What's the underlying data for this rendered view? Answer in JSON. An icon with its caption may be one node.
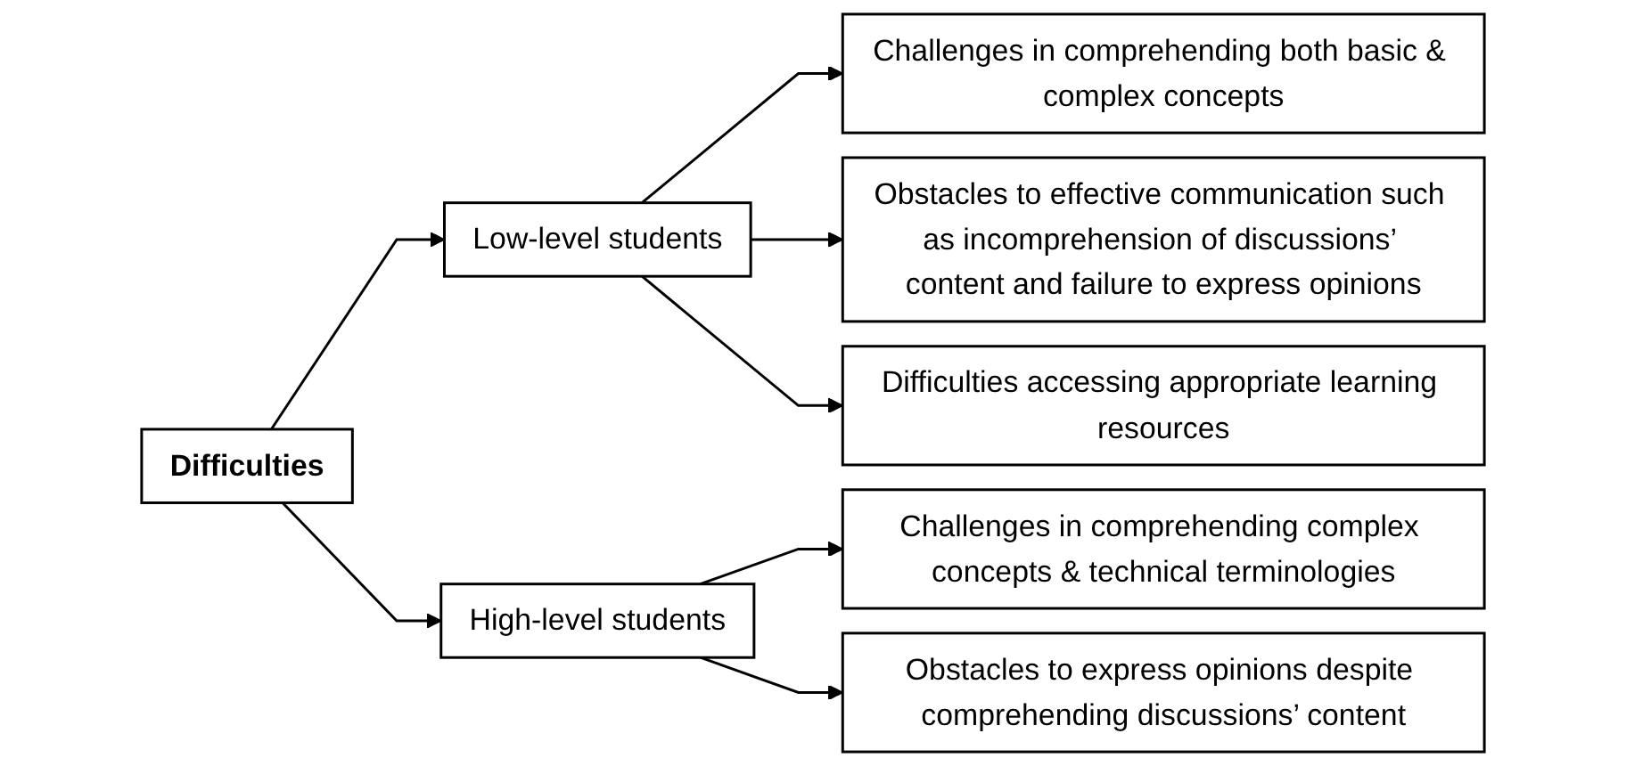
{
  "diagram": {
    "nodes": [
      {
        "text": [
          "Difficulties"
        ]
      },
      {
        "text": [
          "Low-level students"
        ]
      },
      {
        "text": [
          "High-level students"
        ]
      },
      {
        "text": [
          "Challenges in comprehending both basic & complex concepts"
        ]
      },
      {
        "text": [
          "Obstacles to effective communication such as incomprehension of discussions’ content and failure to express opinions"
        ]
      },
      {
        "text": [
          "Difficulties accessing appropriate learning resources"
        ]
      },
      {
        "text": [
          "Challenges in comprehending complex concepts & technical terminologies"
        ]
      },
      {
        "text": [
          "Obstacles to express opinions despite comprehending discussions’ content"
        ]
      }
    ],
    "edges": [
      {
        "from": 0,
        "to": 1,
        "arrow": "to"
      },
      {
        "from": 0,
        "to": 2,
        "arrow": "to"
      },
      {
        "from": 1,
        "to": 3,
        "arrow": "to"
      },
      {
        "from": 1,
        "to": 4,
        "arrow": "to"
      },
      {
        "from": 1,
        "to": 5,
        "arrow": "to"
      },
      {
        "from": 2,
        "to": 6,
        "arrow": "to"
      },
      {
        "from": 2,
        "to": 7,
        "arrow": "to"
      }
    ]
  }
}
